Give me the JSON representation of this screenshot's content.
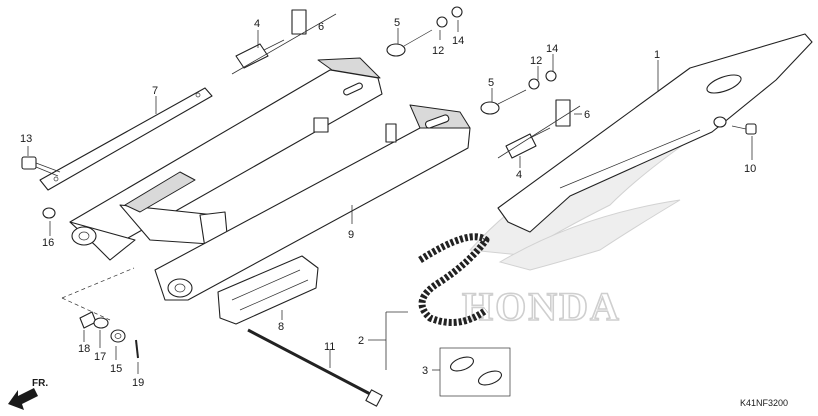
{
  "diagram": {
    "code": "K41NF3200",
    "direction": "FR.",
    "watermark": "HONDA",
    "callouts": {
      "c1": "1",
      "c2": "2",
      "c3": "3",
      "c4a": "4",
      "c4b": "4",
      "c5a": "5",
      "c5b": "5",
      "c6a": "6",
      "c6b": "6",
      "c7": "7",
      "c8": "8",
      "c9": "9",
      "c10": "10",
      "c11": "11",
      "c12a": "12",
      "c12b": "12",
      "c13": "13",
      "c14a": "14",
      "c14b": "14",
      "c15": "15",
      "c16": "16",
      "c17": "17",
      "c18": "18",
      "c19": "19"
    }
  }
}
